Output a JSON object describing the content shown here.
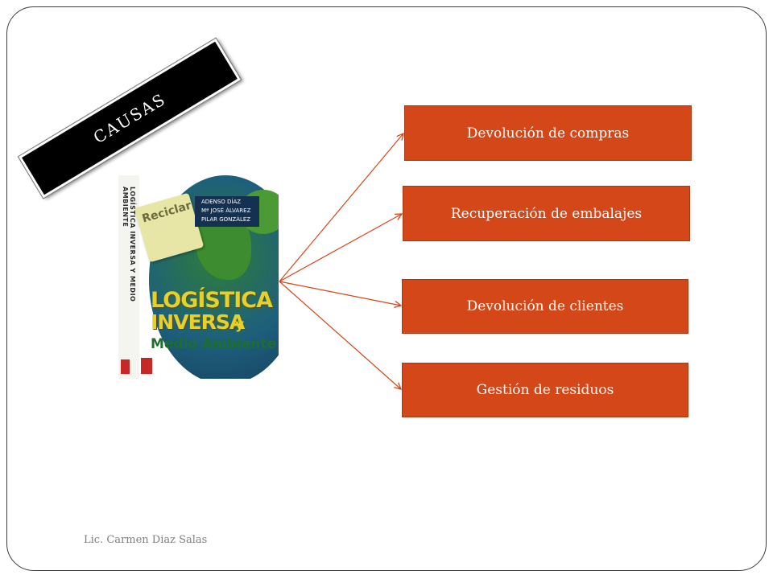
{
  "banner": {
    "title": "CAUSAS"
  },
  "book_cover": {
    "spine_title": "LOGÍSTICA INVERSA Y MEDIO AMBIENTE",
    "authors": [
      "ADENSO DÍAZ",
      "Mª JOSÉ ÁLVAREZ",
      "PILAR GONZÁLEZ"
    ],
    "sticker": "Reciclar",
    "title_line_1": "LOGÍSTICA",
    "title_line_2": "INVERSA",
    "title_connector": "y",
    "subtitle": "Medio Ambiente"
  },
  "causes": [
    {
      "label": "Devolución de compras"
    },
    {
      "label": "Recuperación de embalajes"
    },
    {
      "label": "Devolución de clientes"
    },
    {
      "label": "Gestión de residuos"
    }
  ],
  "colors": {
    "cause_box": "#d34718",
    "arrow": "#d34718",
    "banner": "#000000"
  },
  "footer": {
    "author": "Lic. Carmen Diaz Salas"
  }
}
